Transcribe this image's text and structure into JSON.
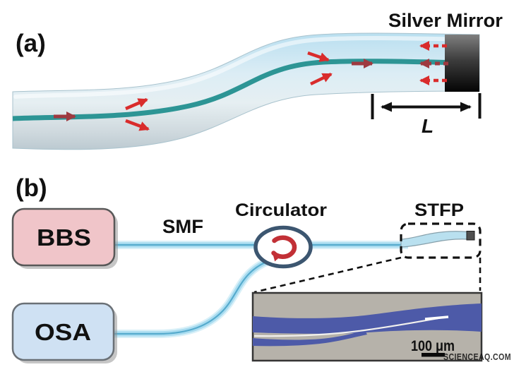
{
  "figure": {
    "panel_a": {
      "label": "(a)",
      "mirror_label": "Silver Mirror",
      "length_label": "L"
    },
    "panel_b": {
      "label": "(b)",
      "bbs_label": "BBS",
      "osa_label": "OSA",
      "smf_label": "SMF",
      "circulator_label": "Circulator",
      "stfp_label": "STFP",
      "inset_scale_label": "100 μm"
    },
    "watermark": "SCIENCEAQ.COM"
  },
  "colors": {
    "fiber_cladding_blue": "#c5e5f3",
    "fiber_core_teal": "#2d9595",
    "arrow_red": "#d92c2c",
    "arrow_dark_red": "#9e3a40",
    "mirror_dark": "#141414",
    "bbs_fill": "#f0c5c9",
    "osa_fill": "#cfe1f3",
    "box_border": "#585858",
    "fiber_line_blue": "#a9dcf0",
    "fiber_line_core": "#56abcd",
    "circulator_ring": "#3c5670",
    "circulator_arrow": "#c23036",
    "inset_background": "#b6b2aa",
    "inset_fiber_blue": "#4d5aa8",
    "watermark_pink": "#f2999a"
  }
}
